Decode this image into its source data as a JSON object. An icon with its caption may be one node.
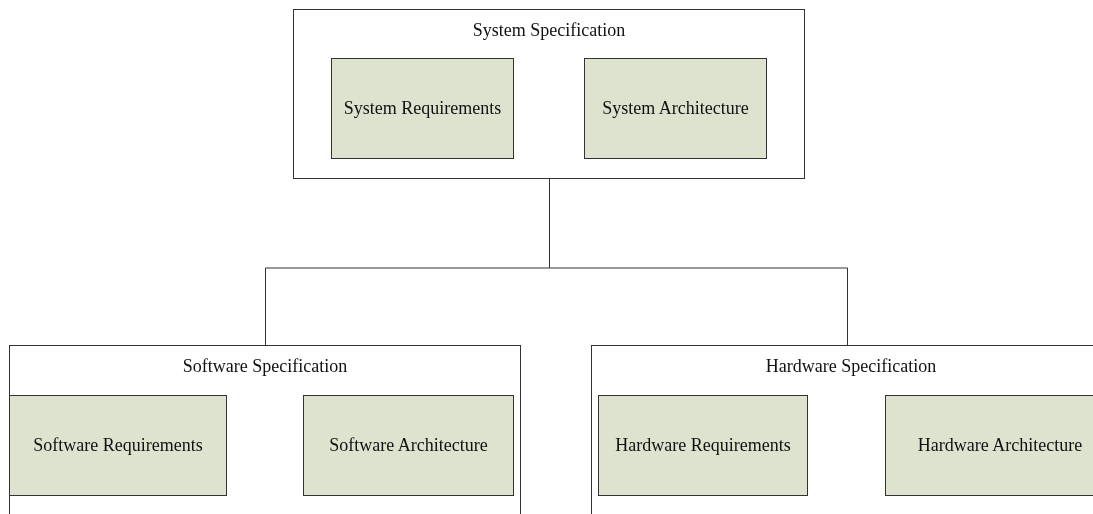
{
  "diagram": {
    "nodes": [
      {
        "text": [
          "System Specification"
        ]
      },
      {
        "text": [
          "System Requirements"
        ],
        "in": 0
      },
      {
        "text": [
          "System Architecture"
        ],
        "in": 0
      },
      {
        "text": [
          "Software Specification"
        ]
      },
      {
        "text": [
          "Software Requirements"
        ],
        "in": 3
      },
      {
        "text": [
          "Software Architecture"
        ],
        "in": 3
      },
      {
        "text": [
          "Hardware Specification"
        ]
      },
      {
        "text": [
          "Hardware Requirements"
        ],
        "in": 6
      },
      {
        "text": [
          "Hardware Architecture"
        ],
        "in": 6
      }
    ],
    "edges": [
      {
        "from": 0,
        "to": 3,
        "arrow": "none"
      },
      {
        "from": 0,
        "to": 6,
        "arrow": "none"
      }
    ]
  }
}
